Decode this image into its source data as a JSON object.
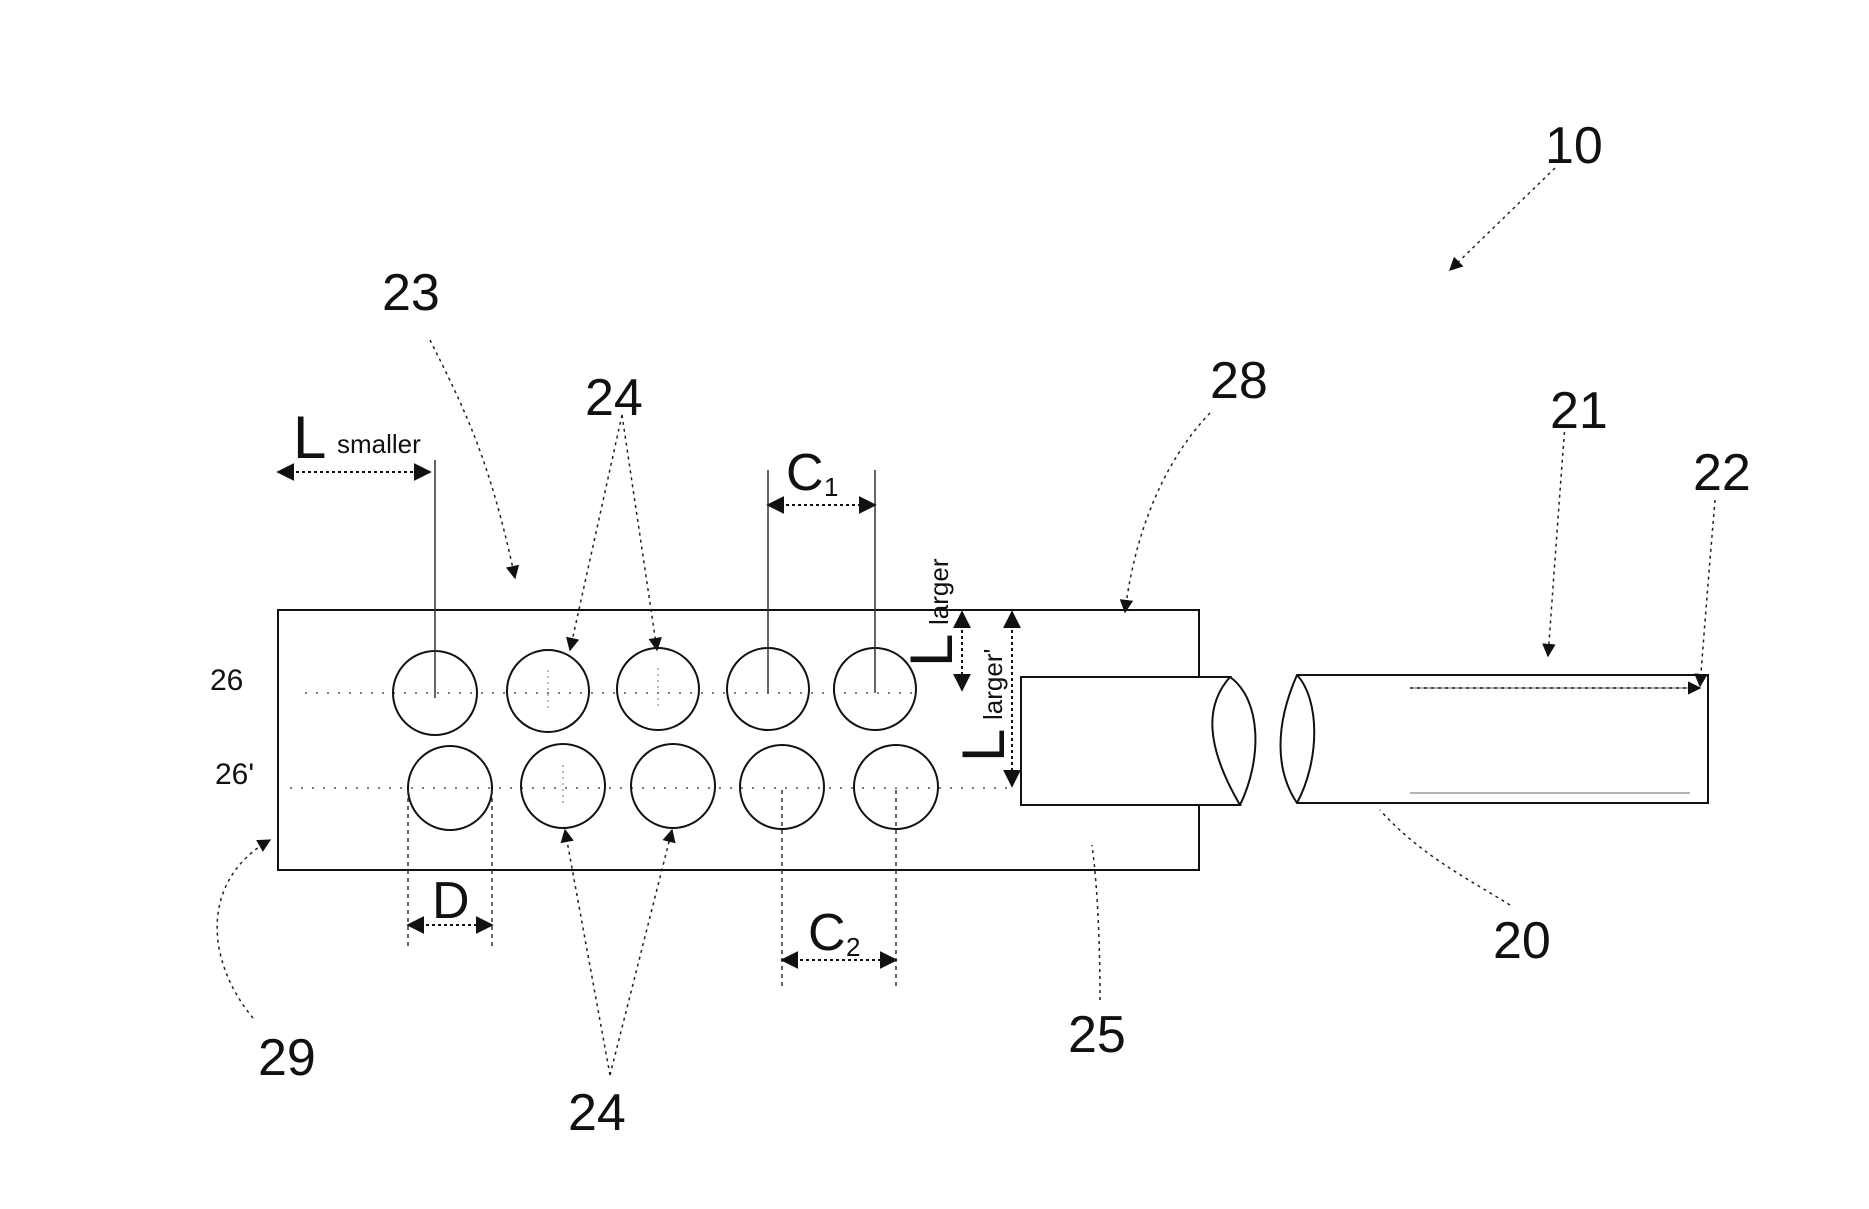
{
  "labels": {
    "l10": "10",
    "l23": "23",
    "l24_top": "24",
    "l24_bottom": "24",
    "l28": "28",
    "l21": "21",
    "l22": "22",
    "l26": "26",
    "l26p": "26'",
    "l29": "29",
    "l25": "25",
    "l20": "20"
  },
  "dimensions": {
    "l_smaller_main": "L",
    "l_smaller_sub": "smaller",
    "c1_main": "C",
    "c1_sub": "1",
    "c2_main": "C",
    "c2_sub": "2",
    "d": "D",
    "l_larger_main": "L",
    "l_larger_sub": "larger",
    "l_larger2_main": "L",
    "l_larger2_sub": "larger'"
  },
  "colors": {
    "ink": "#111111"
  }
}
